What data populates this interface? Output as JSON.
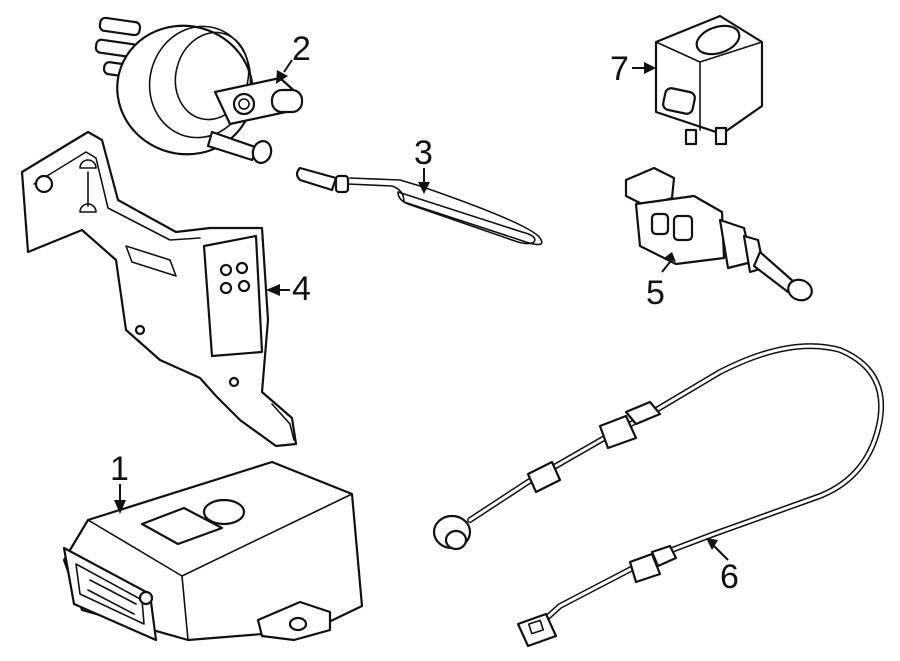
{
  "callouts": [
    {
      "id": "1",
      "label": "1"
    },
    {
      "id": "2",
      "label": "2"
    },
    {
      "id": "3",
      "label": "3"
    },
    {
      "id": "4",
      "label": "4"
    },
    {
      "id": "5",
      "label": "5"
    },
    {
      "id": "6",
      "label": "6"
    },
    {
      "id": "7",
      "label": "7"
    }
  ],
  "colors": {
    "line": "#111111",
    "background": "#ffffff"
  }
}
